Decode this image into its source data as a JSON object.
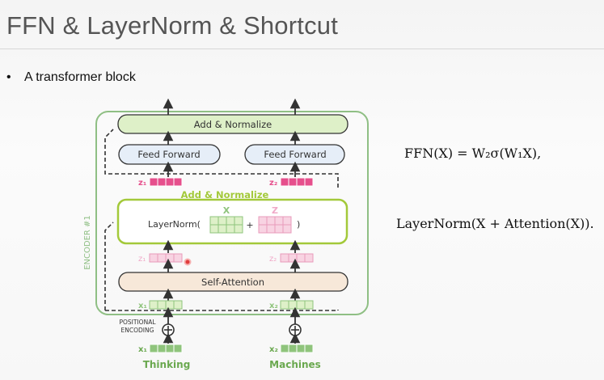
{
  "slide": {
    "title": "FFN & LayerNorm & Shortcut",
    "bullet": "A transformer block"
  },
  "diagram": {
    "encoder_label": "ENCODER #1",
    "add_normalize_top": "Add & Normalize",
    "feed_forward_left": "Feed Forward",
    "feed_forward_right": "Feed Forward",
    "z1_label": "z₁",
    "z2_label": "z₂",
    "add_normalize_mid": "Add & Normalize",
    "layernorm_prefix": "LayerNorm(",
    "layernorm_x": "X",
    "layernorm_plus": "+",
    "layernorm_z": "Z",
    "layernorm_suffix": ")",
    "self_attention": "Self-Attention",
    "x1_label": "x₁",
    "x2_label": "x₂",
    "positional_encoding_line1": "POSITIONAL",
    "positional_encoding_line2": "ENCODING",
    "plus_symbol": "+",
    "word_thinking": "Thinking",
    "word_machines": "Machines",
    "colors": {
      "green_border": "#8fbf84",
      "lime_border": "#a3c93a",
      "green_fill": "#def0c8",
      "blue_fill": "#e6eef8",
      "blue_border": "#6a8fc4",
      "peach_fill": "#f7e8d9",
      "pink": "#e64f8c",
      "pink_light": "#f0a9c8",
      "green_cell": "#8fc47c",
      "green_cell_light": "#c4e3a4",
      "text_green": "#6aa84f"
    }
  },
  "formulas": {
    "ffn": "FFN(X) = W₂σ(W₁X),",
    "layernorm": "LayerNorm(X + Attention(X))."
  }
}
